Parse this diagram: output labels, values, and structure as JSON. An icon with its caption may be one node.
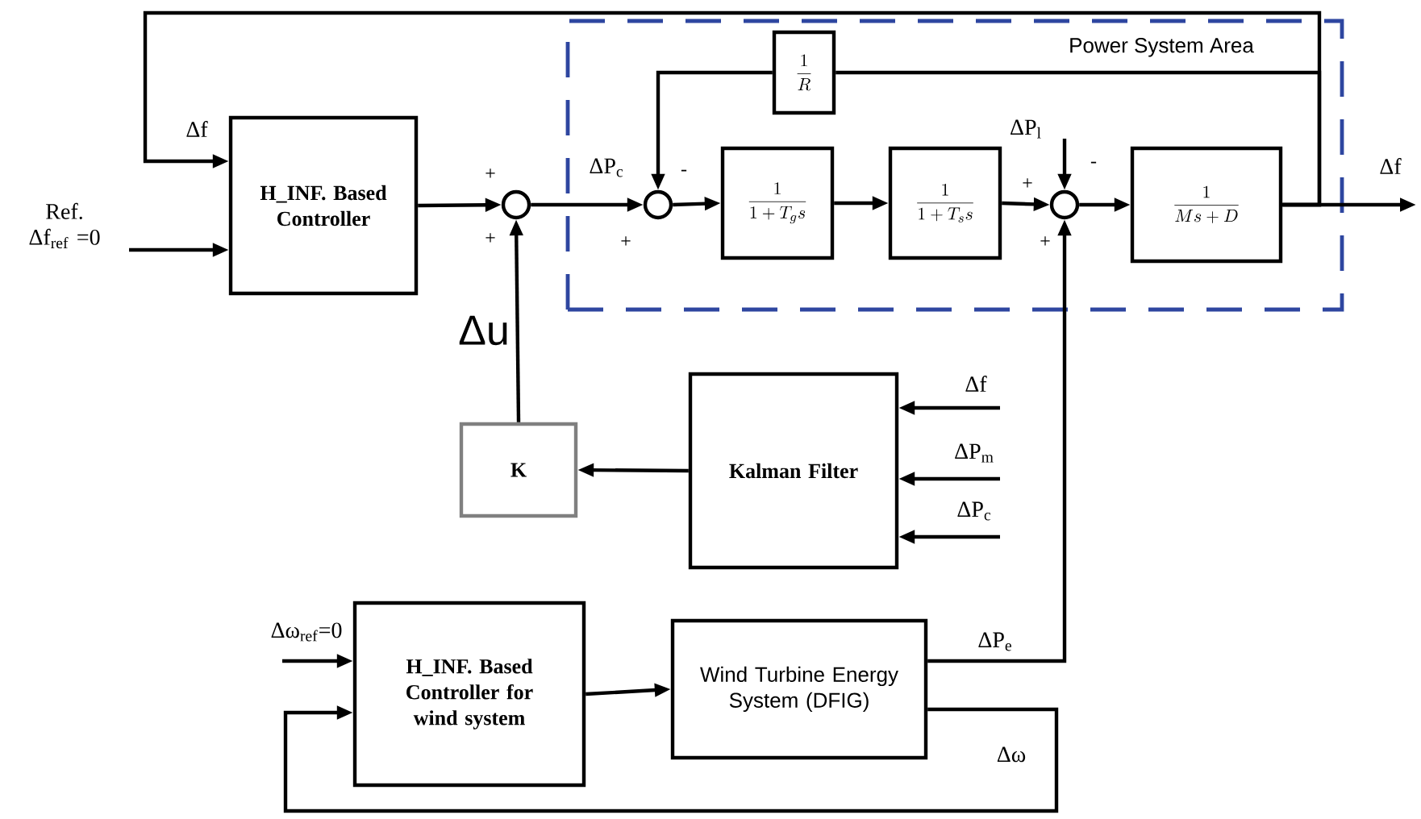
{
  "diagram": {
    "nodes": [
      {
        "text": [
          "Power System Area"
        ]
      },
      {
        "text": [
          "H_INF. Based Controller"
        ]
      },
      {
        "text": [],
        "shape": "circle"
      },
      {
        "text": [],
        "shape": "circle",
        "in": 0
      },
      {
        "text": [
          "\\frac{1}{1+T_{g}s}"
        ],
        "in": 0
      },
      {
        "text": [
          "\\frac{1}{1+T_{s}s}"
        ],
        "in": 0
      },
      {
        "text": [],
        "shape": "circle",
        "in": 0
      },
      {
        "text": [
          "\\frac{1}{Ms+D}"
        ],
        "in": 0
      },
      {
        "text": [
          "\\frac{1}{R}"
        ],
        "in": 0
      },
      {
        "text": [
          "K"
        ]
      },
      {
        "text": [
          "Kalman Filter"
        ]
      },
      {
        "text": [
          "H_INF. Based Controller for wind system"
        ]
      },
      {
        "text": [
          "Wind Turbine Energy System (DFIG)"
        ]
      }
    ],
    "edges": [
      {
        "from": 1,
        "to": 2,
        "arrow": "to"
      },
      {
        "from": 2,
        "to": 3,
        "arrow": "to",
        "label": "ΔP$_{c}$"
      },
      {
        "from": 3,
        "to": 4,
        "arrow": "to"
      },
      {
        "from": 4,
        "to": 5,
        "arrow": "to"
      },
      {
        "from": 5,
        "to": 6,
        "arrow": "to"
      },
      {
        "from": 6,
        "to": 7,
        "arrow": "to"
      },
      {
        "from": 7,
        "to": null,
        "arrow": "to",
        "label": "Δf"
      },
      {
        "from": 7,
        "to": 8,
        "arrow": "none"
      },
      {
        "from": 8,
        "to": 3,
        "arrow": "to"
      },
      {
        "from": 7,
        "to": 1,
        "arrow": "to",
        "label": "Δf"
      },
      {
        "from": null,
        "to": 1,
        "arrow": "to",
        "label": "Ref. Δf$_{ref}$ =0"
      },
      {
        "from": null,
        "to": 6,
        "arrow": "to",
        "label": "ΔP$_{l}$"
      },
      {
        "from": 9,
        "to": 2,
        "arrow": "to",
        "label": "Δu"
      },
      {
        "from": 10,
        "to": 9,
        "arrow": "to"
      },
      {
        "from": null,
        "to": 10,
        "arrow": "to",
        "label": "Δf"
      },
      {
        "from": null,
        "to": 10,
        "arrow": "to",
        "label": "ΔP$_{m}$"
      },
      {
        "from": null,
        "to": 10,
        "arrow": "to",
        "label": "ΔP$_{c}$"
      },
      {
        "from": null,
        "to": 11,
        "arrow": "to",
        "label": "Δω$_{ref}$=0"
      },
      {
        "from": 11,
        "to": 12,
        "arrow": "to"
      },
      {
        "from": 12,
        "to": 6,
        "arrow": "to",
        "label": "ΔP$_{e}$"
      },
      {
        "from": 12,
        "to": 11,
        "arrow": "to",
        "label": "Δω"
      }
    ],
    "labels": [
      "+",
      "+",
      "-",
      "+",
      "+",
      "-",
      "+"
    ]
  }
}
